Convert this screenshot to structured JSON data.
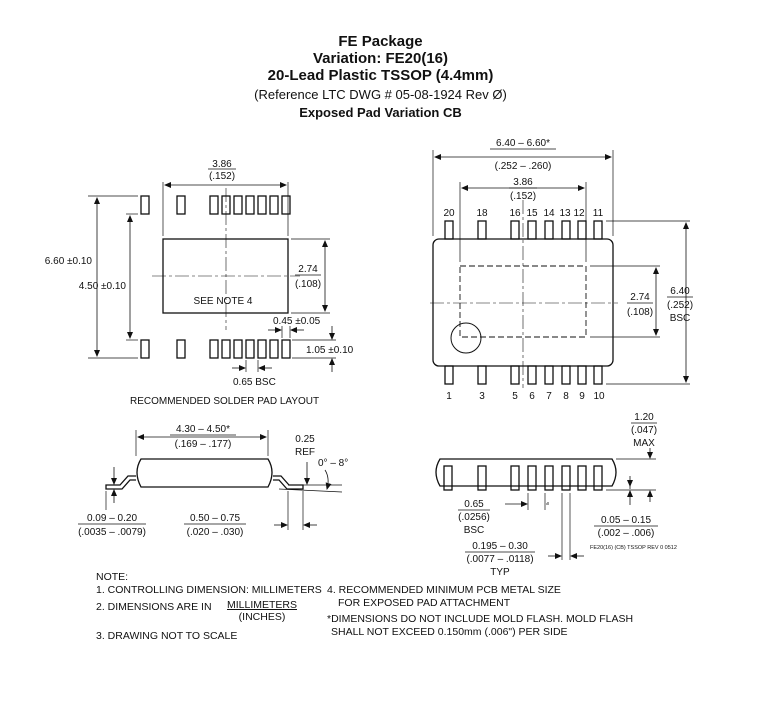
{
  "header": {
    "line1": "FE Package",
    "line2": "Variation: FE20(16)",
    "line3": "20-Lead Plastic TSSOP (4.4mm)",
    "line4": "(Reference LTC DWG # 05-08-1924 Rev Ø)",
    "line5": "Exposed Pad Variation CB"
  },
  "solder_pad_layout": {
    "width_mm": "3.86",
    "width_in": "(.152)",
    "overall_height": "6.60 ±0.10",
    "pad_span": "4.50 ±0.10",
    "exposed_height_mm": "2.74",
    "exposed_height_in": "(.108)",
    "see_note": "SEE NOTE 4",
    "pad_width": "0.45 ±0.05",
    "pad_length": "1.05 ±0.10",
    "pitch": "0.65 BSC",
    "caption": "RECOMMENDED SOLDER PAD LAYOUT"
  },
  "top_view": {
    "body_width_mm": "6.40 – 6.60*",
    "body_width_in": "(.252 – .260)",
    "pad_width_mm": "3.86",
    "pad_width_in": "(.152)",
    "top_pins": [
      "20",
      "18",
      "16",
      "15",
      "14",
      "13",
      "12",
      "11"
    ],
    "bottom_pins": [
      "1",
      "3",
      "5",
      "6",
      "7",
      "8",
      "9",
      "10"
    ],
    "pad_height_mm": "2.74",
    "pad_height_in": "(.108)",
    "lead_span_mm": "6.40",
    "lead_span_in": "(.252)",
    "lead_span_bsc": "BSC"
  },
  "side_view": {
    "length_mm": "4.30 – 4.50*",
    "length_in": "(.169 – .177)",
    "ref_val": "0.25",
    "ref_label": "REF",
    "angle": "0° – 8°",
    "lead_thk_mm": "0.09 – 0.20",
    "lead_thk_in": "(.0035 – .0079)",
    "foot_mm": "0.50 – 0.75",
    "foot_in": "(.020 – .030)"
  },
  "end_view": {
    "height_mm": "1.20",
    "height_in": "(.047)",
    "height_label": "MAX",
    "pitch_mm": "0.65",
    "pitch_in": "(.0256)",
    "pitch_label": "BSC",
    "standoff_mm": "0.05 – 0.15",
    "standoff_in": "(.002 – .006)",
    "lead_w_mm": "0.195 – 0.30",
    "lead_w_in": "(.0077 – .0118)",
    "lead_w_label": "TYP",
    "drawing_id": "FE20(16) (CB) TSSOP REV 0 0512"
  },
  "notes": {
    "title": "NOTE:",
    "n1": "1. CONTROLLING DIMENSION: MILLIMETERS",
    "n2_prefix": "2. DIMENSIONS ARE IN",
    "n2_unit_top": "MILLIMETERS",
    "n2_unit_bottom": "(INCHES)",
    "n3": "3. DRAWING NOT TO SCALE",
    "n4_line1": "4. RECOMMENDED MINIMUM PCB METAL SIZE",
    "n4_line2": "FOR EXPOSED PAD ATTACHMENT",
    "n5_line1": "*DIMENSIONS DO NOT INCLUDE MOLD FLASH. MOLD FLASH",
    "n5_line2": "SHALL NOT EXCEED 0.150mm (.006\") PER SIDE"
  }
}
